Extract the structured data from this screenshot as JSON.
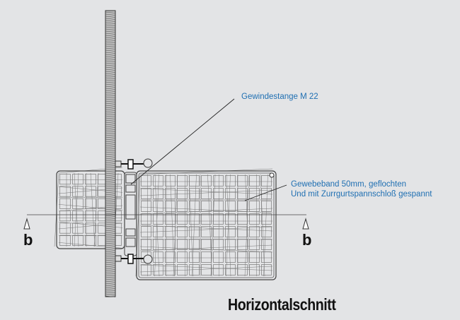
{
  "labels": {
    "rod": "Gewindestange  M 22",
    "band_line1": "Gewebeband 50mm, geflochten",
    "band_line2": "Und mit Zurrgurtspannschloß gespannt"
  },
  "section_marks": {
    "left": "b",
    "right": "b"
  },
  "title": "Horizontalschnitt",
  "colors": {
    "background": "#e3e4e6",
    "label": "#1f6fb2",
    "line": "#333333"
  }
}
